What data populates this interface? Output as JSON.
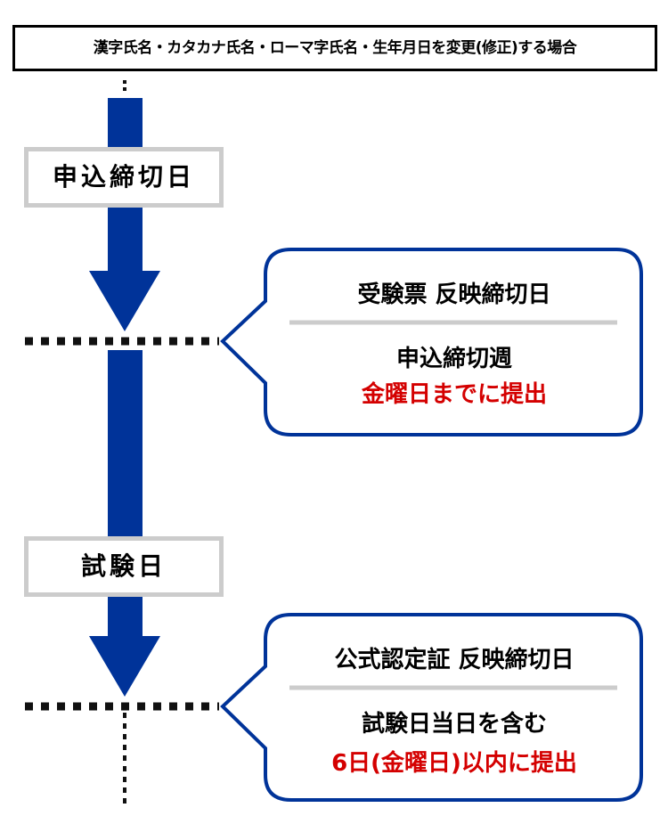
{
  "header": {
    "title": "漢字氏名・カタカナ氏名・ローマ字氏名・生年月日を変更(修正)する場合"
  },
  "milestones": [
    {
      "label": "申込締切日"
    },
    {
      "label": "試験日"
    }
  ],
  "callouts": [
    {
      "title": "受験票 反映締切日",
      "line1": "申込締切週",
      "line2": "金曜日までに提出"
    },
    {
      "title": "公式認定証 反映締切日",
      "line1": "試験日当日を含む",
      "line2": "6日(金曜日)以内に提出"
    }
  ],
  "colors": {
    "arrow": "#003399",
    "highlight": "#d40000",
    "divider": "#cccccc"
  }
}
